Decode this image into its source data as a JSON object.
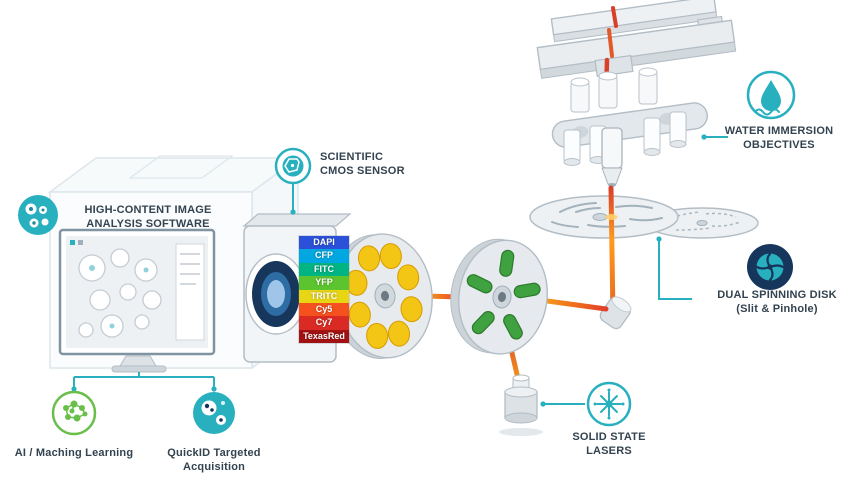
{
  "colors": {
    "teal": "#29b0bf",
    "navy": "#17365c",
    "green": "#6abf4b",
    "label_text": "#33434f",
    "beam_orange": "#f4a21a",
    "beam_red": "#d9402a"
  },
  "callouts": {
    "cmos_sensor": "SCIENTIFIC\nCMOS SENSOR",
    "analysis_software": "HIGH-CONTENT IMAGE\nANALYSIS SOFTWARE",
    "water_objectives": "WATER IMMERSION\nOBJECTIVES",
    "dual_disk": "DUAL SPINNING DISK\n(Slit & Pinhole)",
    "solid_state_lasers": "SOLID STATE\nLASERS",
    "ai_ml": "AI / Maching Learning",
    "quickid": "QuickID Targeted\nAcquisition"
  },
  "fluorophores": [
    {
      "name": "DAPI",
      "color": "#2b50d9"
    },
    {
      "name": "CFP",
      "color": "#00a7e0"
    },
    {
      "name": "FITC",
      "color": "#00b483"
    },
    {
      "name": "YFP",
      "color": "#5cc42e"
    },
    {
      "name": "TRITC",
      "color": "#e8d514"
    },
    {
      "name": "Cy5",
      "color": "#f4511e"
    },
    {
      "name": "Cy7",
      "color": "#d92b24"
    },
    {
      "name": "TexasRed",
      "color": "#a31212"
    }
  ]
}
